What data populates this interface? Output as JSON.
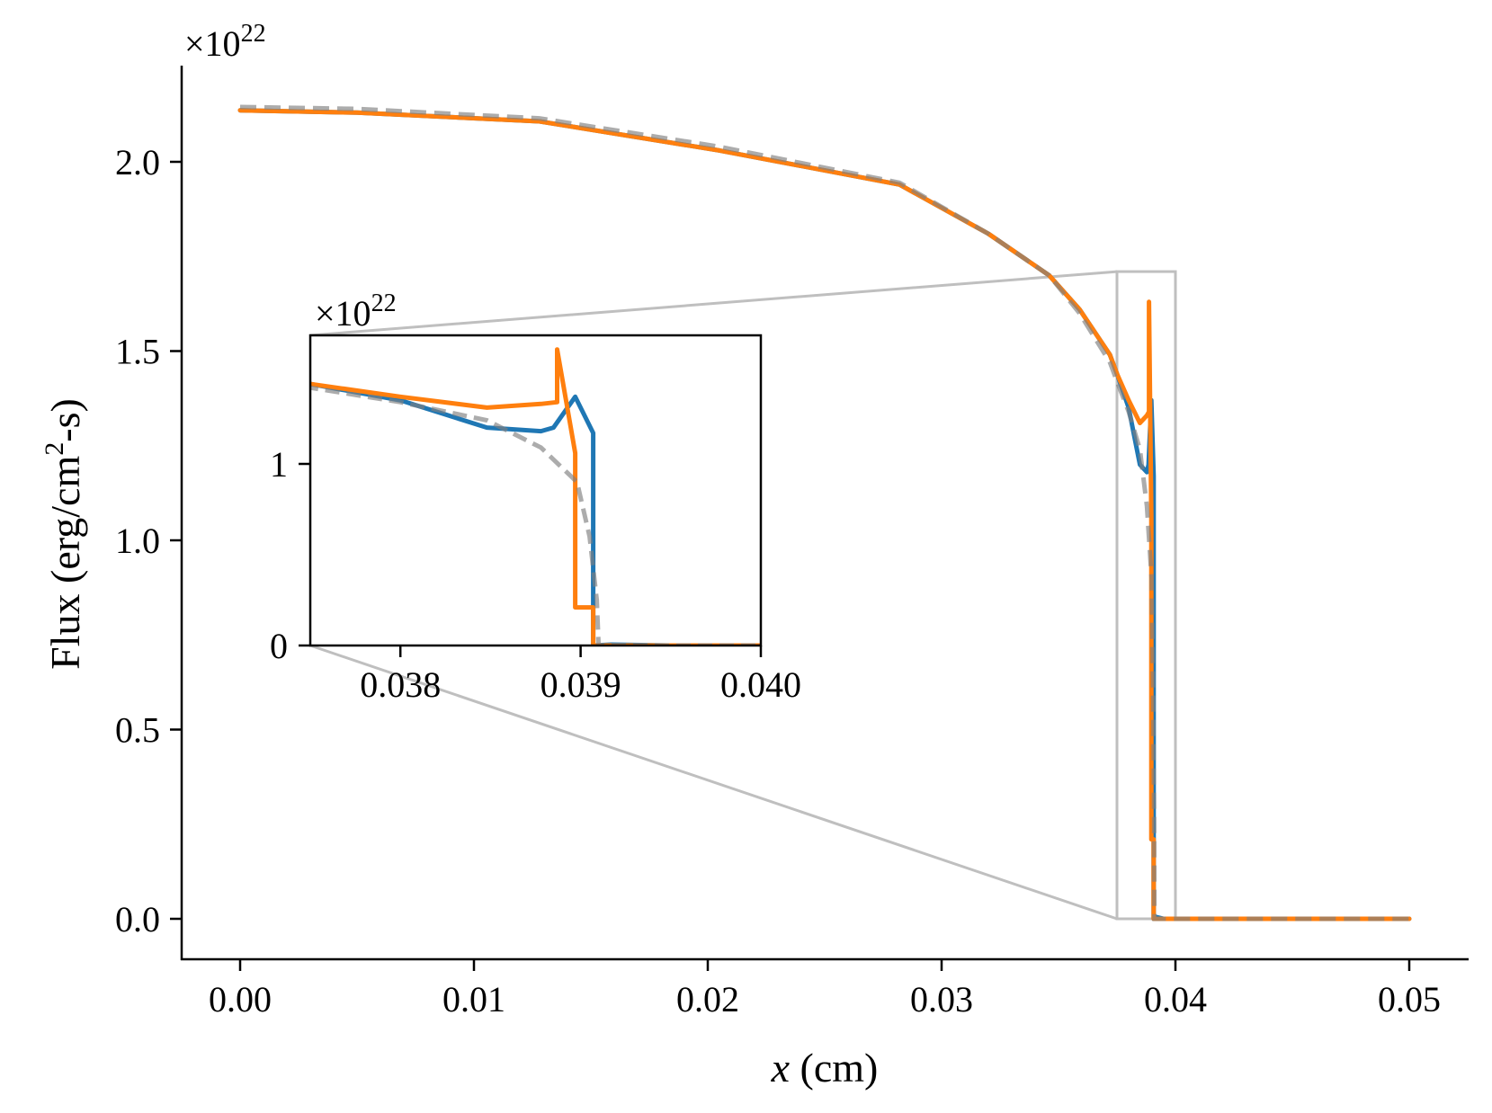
{
  "chart_data": {
    "type": "line",
    "title": "",
    "xlabel": "x (cm)",
    "xlabel_var": "x",
    "xlabel_unit": " (cm)",
    "ylabel": "Flux (erg/cm^2-s)",
    "ylabel_prefix": "Flux (erg/cm",
    "ylabel_sup": "2",
    "ylabel_suffix": "-s)",
    "y_multiplier": "×10",
    "y_multiplier_exp": "22",
    "xlim": [
      -0.0025,
      0.0525
    ],
    "ylim": [
      -0.1,
      2.24
    ],
    "xticks": [
      0.0,
      0.01,
      0.02,
      0.03,
      0.04,
      0.05
    ],
    "xtick_labels": [
      "0.00",
      "0.01",
      "0.02",
      "0.03",
      "0.04",
      "0.05"
    ],
    "yticks": [
      0.0,
      0.5,
      1.0,
      1.5,
      2.0
    ],
    "ytick_labels": [
      "0.0",
      "0.5",
      "1.0",
      "1.5",
      "2.0"
    ],
    "grid": false,
    "legend": null,
    "colors": {
      "blue": "#1f77b4",
      "orange": "#ff7f0e",
      "dashed": "#7f7f7f",
      "zoom_box": "#bfbfbf"
    },
    "series": [
      {
        "name": "blue",
        "color": "#1f77b4",
        "style": "solid",
        "x": [
          0.0,
          0.005,
          0.0128,
          0.0205,
          0.0282,
          0.032,
          0.0346,
          0.0359,
          0.0372,
          0.0375,
          0.038,
          0.03848,
          0.03878,
          0.03885,
          0.03897,
          0.03907,
          0.03907,
          0.03917,
          0.0395,
          0.05
        ],
        "y": [
          2.136,
          2.13,
          2.107,
          2.03,
          1.94,
          1.81,
          1.7,
          1.61,
          1.49,
          1.44,
          1.35,
          1.2,
          1.18,
          1.2,
          1.37,
          1.17,
          0.0,
          0.005,
          0.0,
          0.0
        ]
      },
      {
        "name": "orange",
        "color": "#ff7f0e",
        "style": "solid",
        "x": [
          0.0,
          0.005,
          0.0128,
          0.0205,
          0.0282,
          0.032,
          0.0346,
          0.0359,
          0.0372,
          0.0375,
          0.038,
          0.03848,
          0.03878,
          0.03887,
          0.03887,
          0.03897,
          0.03897,
          0.03907,
          0.03907,
          0.05
        ],
        "y": [
          2.136,
          2.13,
          2.107,
          2.03,
          1.94,
          1.81,
          1.7,
          1.61,
          1.49,
          1.44,
          1.37,
          1.31,
          1.33,
          1.34,
          1.63,
          1.06,
          0.21,
          0.21,
          0.0,
          0.0
        ]
      },
      {
        "name": "dashed-reference",
        "color": "#7f7f7f",
        "style": "dashed",
        "x": [
          0.0,
          0.005,
          0.0128,
          0.0205,
          0.0282,
          0.032,
          0.0346,
          0.0359,
          0.0372,
          0.0375,
          0.038,
          0.03848,
          0.03878,
          0.03898,
          0.03905,
          0.03909,
          0.0391,
          0.05
        ],
        "y": [
          2.145,
          2.14,
          2.115,
          2.04,
          1.945,
          1.81,
          1.7,
          1.6,
          1.47,
          1.42,
          1.34,
          1.24,
          1.09,
          0.9,
          0.6,
          0.25,
          0.0,
          0.0
        ]
      }
    ],
    "inset": {
      "xlim": [
        0.0375,
        0.04
      ],
      "ylim": [
        0.0,
        1.71
      ],
      "xticks": [
        0.038,
        0.039,
        0.04
      ],
      "xtick_labels": [
        "0.038",
        "0.039",
        "0.040"
      ],
      "yticks": [
        0,
        1
      ],
      "ytick_labels": [
        "0",
        "1"
      ],
      "y_multiplier": "×10",
      "y_multiplier_exp": "22",
      "zoom_region": {
        "x": [
          0.0375,
          0.04
        ],
        "y": [
          0.0,
          1.71
        ]
      }
    }
  }
}
